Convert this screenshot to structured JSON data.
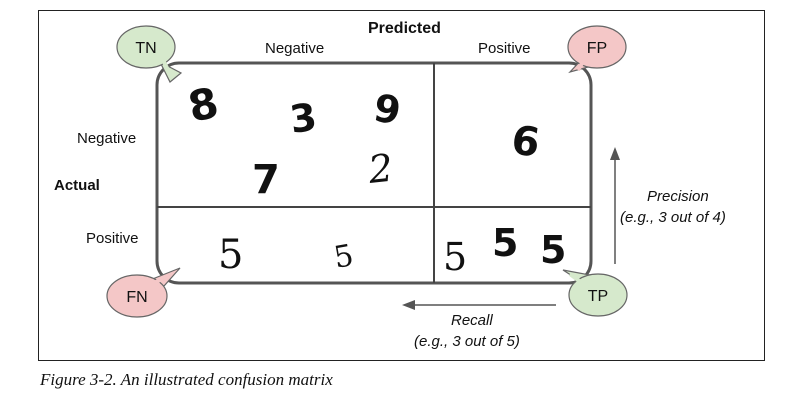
{
  "predicted_label": "Predicted",
  "actual_label": "Actual",
  "columns": {
    "negative": "Negative",
    "positive": "Positive"
  },
  "rows": {
    "negative": "Negative",
    "positive": "Positive"
  },
  "bubbles": {
    "tn": "TN",
    "fp": "FP",
    "fn": "FN",
    "tp": "TP"
  },
  "bubble_colors": {
    "green": "#d6e9cc",
    "red": "#f4c7c7"
  },
  "precision": {
    "title": "Precision",
    "detail": "(e.g., 3 out of 4)"
  },
  "recall": {
    "title": "Recall",
    "detail": "(e.g., 3 out of 5)"
  },
  "digits": {
    "tn": [
      "8",
      "3",
      "9",
      "7",
      "2"
    ],
    "fp": [
      "6"
    ],
    "fn": [
      "5",
      "5"
    ],
    "tp": [
      "5",
      "5",
      "5"
    ]
  },
  "caption": "Figure 3-2. An illustrated confusion matrix"
}
